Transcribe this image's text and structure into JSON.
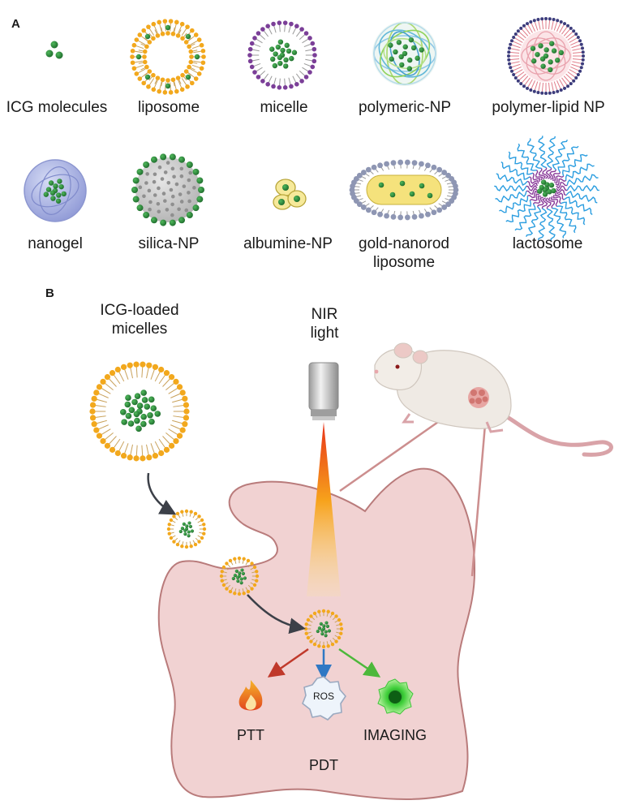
{
  "panel_a": {
    "letter": "A",
    "items": [
      {
        "label": "ICG molecules"
      },
      {
        "label": "liposome"
      },
      {
        "label": "micelle"
      },
      {
        "label": "polymeric-NP"
      },
      {
        "label": "polymer-lipid NP"
      },
      {
        "label": "nanogel"
      },
      {
        "label": "silica-NP"
      },
      {
        "label": "albumine-NP"
      },
      {
        "label": "gold-nanorod liposome",
        "line1": "gold-nanorod",
        "line2": "liposome"
      },
      {
        "label": "lactosome"
      }
    ]
  },
  "panel_b": {
    "letter": "B",
    "micelles_line1": "ICG-loaded",
    "micelles_line2": "micelles",
    "light_line1": "NIR",
    "light_line2": "light",
    "ros": "ROS",
    "outputs": {
      "ptt": "PTT",
      "pdt": "PDT",
      "imaging": "IMAGING"
    }
  },
  "colors": {
    "dot_green": "#2e8b3e",
    "lipid_orange": "#f2a81d",
    "micelle_purple": "#7b3f98",
    "cell_pink": "#f1d2d2",
    "cell_outline": "#b97b7b",
    "arrow_red": "#c0392b",
    "arrow_blue": "#2f78c4",
    "arrow_green": "#4cb83a"
  }
}
